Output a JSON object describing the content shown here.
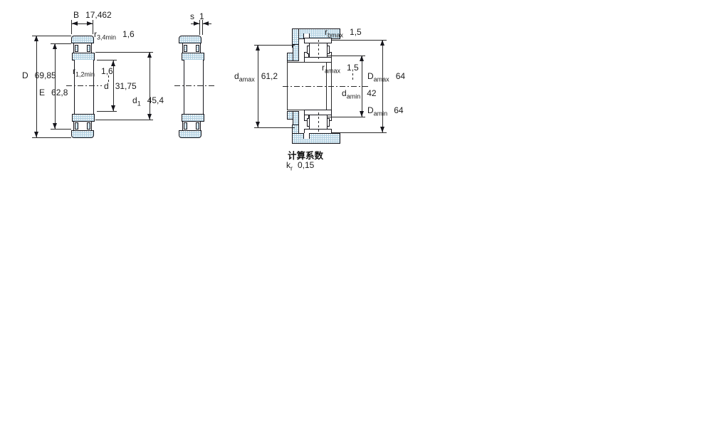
{
  "drawing_title": "bearing-dimension-drawing",
  "colors": {
    "hatch_fill": "#b2d1e2",
    "line": "#16161c",
    "background": "#ffffff"
  },
  "dimensions": {
    "B": {
      "sym": "B",
      "val": "17,462"
    },
    "r34": {
      "sym": "r",
      "sub": "3,4min",
      "val": "1,6"
    },
    "D": {
      "sym": "D",
      "val": "69,85"
    },
    "E": {
      "sym": "E",
      "val": "62,8"
    },
    "r12": {
      "sym": "r",
      "sub": "1,2min",
      "val": "1,6"
    },
    "d": {
      "sym": "d",
      "val": "31,75"
    },
    "d1": {
      "sym": "d",
      "sub": "1",
      "val": "45,4"
    },
    "s": {
      "sym": "s",
      "val": "1"
    },
    "rbmax": {
      "sym": "r",
      "sub": "bmax",
      "val": "1,5"
    },
    "ramax": {
      "sym": "r",
      "sub": "amax",
      "val": "1,5"
    },
    "damax": {
      "sym": "d",
      "sub": "amax",
      "val": "61,2"
    },
    "damin": {
      "sym": "d",
      "sub": "amin",
      "val": "42"
    },
    "Damax": {
      "sym": "D",
      "sub": "amax",
      "val": "64"
    },
    "Damin": {
      "sym": "D",
      "sub": "amin",
      "val": "64"
    }
  },
  "calculation_factors": {
    "title": "计算系数",
    "kr": {
      "sym": "k",
      "sub": "r",
      "val": "0,15"
    }
  }
}
